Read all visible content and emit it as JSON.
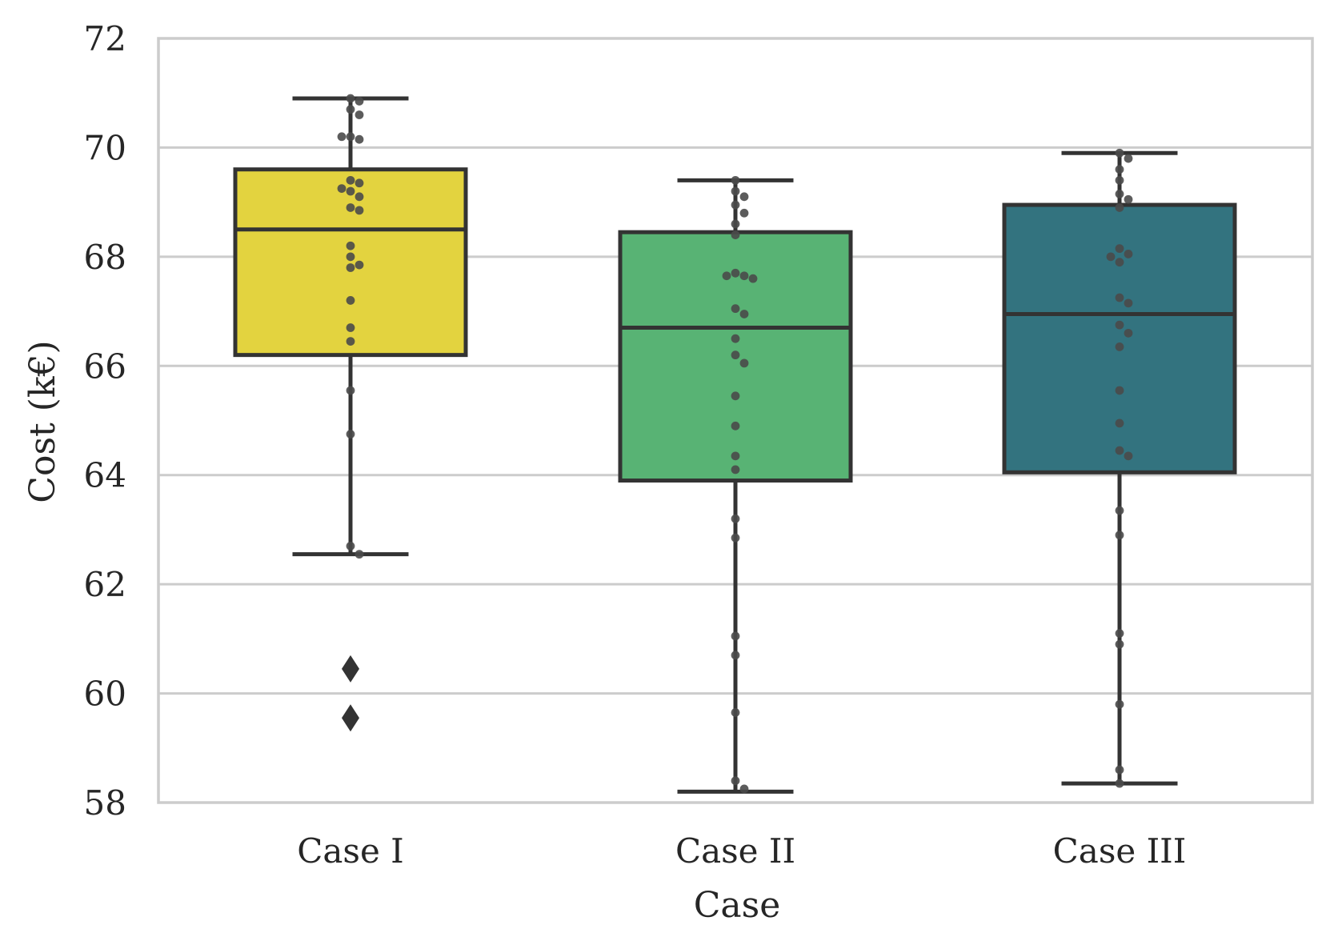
{
  "chart_data": {
    "type": "box",
    "title": "",
    "xlabel": "Case",
    "ylabel": "Cost (k€)",
    "ylim": [
      58,
      72
    ],
    "yticks": [
      58,
      60,
      62,
      64,
      66,
      68,
      70,
      72
    ],
    "grid": "horizontal",
    "categories": [
      "Case I",
      "Case II",
      "Case III"
    ],
    "colors": [
      "#e3d33f",
      "#58b374",
      "#33737f"
    ],
    "edge_color": "#333333",
    "point_color": "#4a4a4a",
    "boxes": [
      {
        "category": "Case I",
        "whisker_low": 62.55,
        "q1": 66.2,
        "median": 68.5,
        "q3": 69.6,
        "whisker_high": 70.9,
        "outliers": [
          60.45,
          59.55
        ],
        "points": [
          70.9,
          70.85,
          70.7,
          70.6,
          70.2,
          70.15,
          70.2,
          69.4,
          69.35,
          69.25,
          69.2,
          69.1,
          68.9,
          68.85,
          68.2,
          68.0,
          67.85,
          67.8,
          67.2,
          66.7,
          66.45,
          65.55,
          64.75,
          62.7,
          62.55
        ]
      },
      {
        "category": "Case II",
        "whisker_low": 58.2,
        "q1": 63.9,
        "median": 66.7,
        "q3": 68.45,
        "whisker_high": 69.4,
        "outliers": [],
        "points": [
          69.4,
          69.2,
          69.1,
          68.95,
          68.8,
          68.6,
          68.4,
          67.7,
          67.65,
          67.65,
          67.6,
          67.05,
          66.95,
          66.5,
          66.2,
          66.05,
          65.45,
          64.9,
          64.35,
          64.1,
          63.2,
          62.85,
          61.05,
          60.7,
          59.65,
          58.4,
          58.25
        ]
      },
      {
        "category": "Case III",
        "whisker_low": 58.35,
        "q1": 64.05,
        "median": 66.95,
        "q3": 68.95,
        "whisker_high": 69.9,
        "outliers": [],
        "points": [
          69.9,
          69.8,
          69.6,
          69.4,
          69.15,
          69.05,
          68.9,
          68.15,
          68.05,
          68.0,
          67.9,
          67.25,
          67.15,
          66.75,
          66.6,
          66.35,
          65.55,
          64.95,
          64.45,
          64.35,
          63.35,
          62.9,
          61.1,
          60.9,
          59.8,
          58.6,
          58.35
        ]
      }
    ]
  }
}
